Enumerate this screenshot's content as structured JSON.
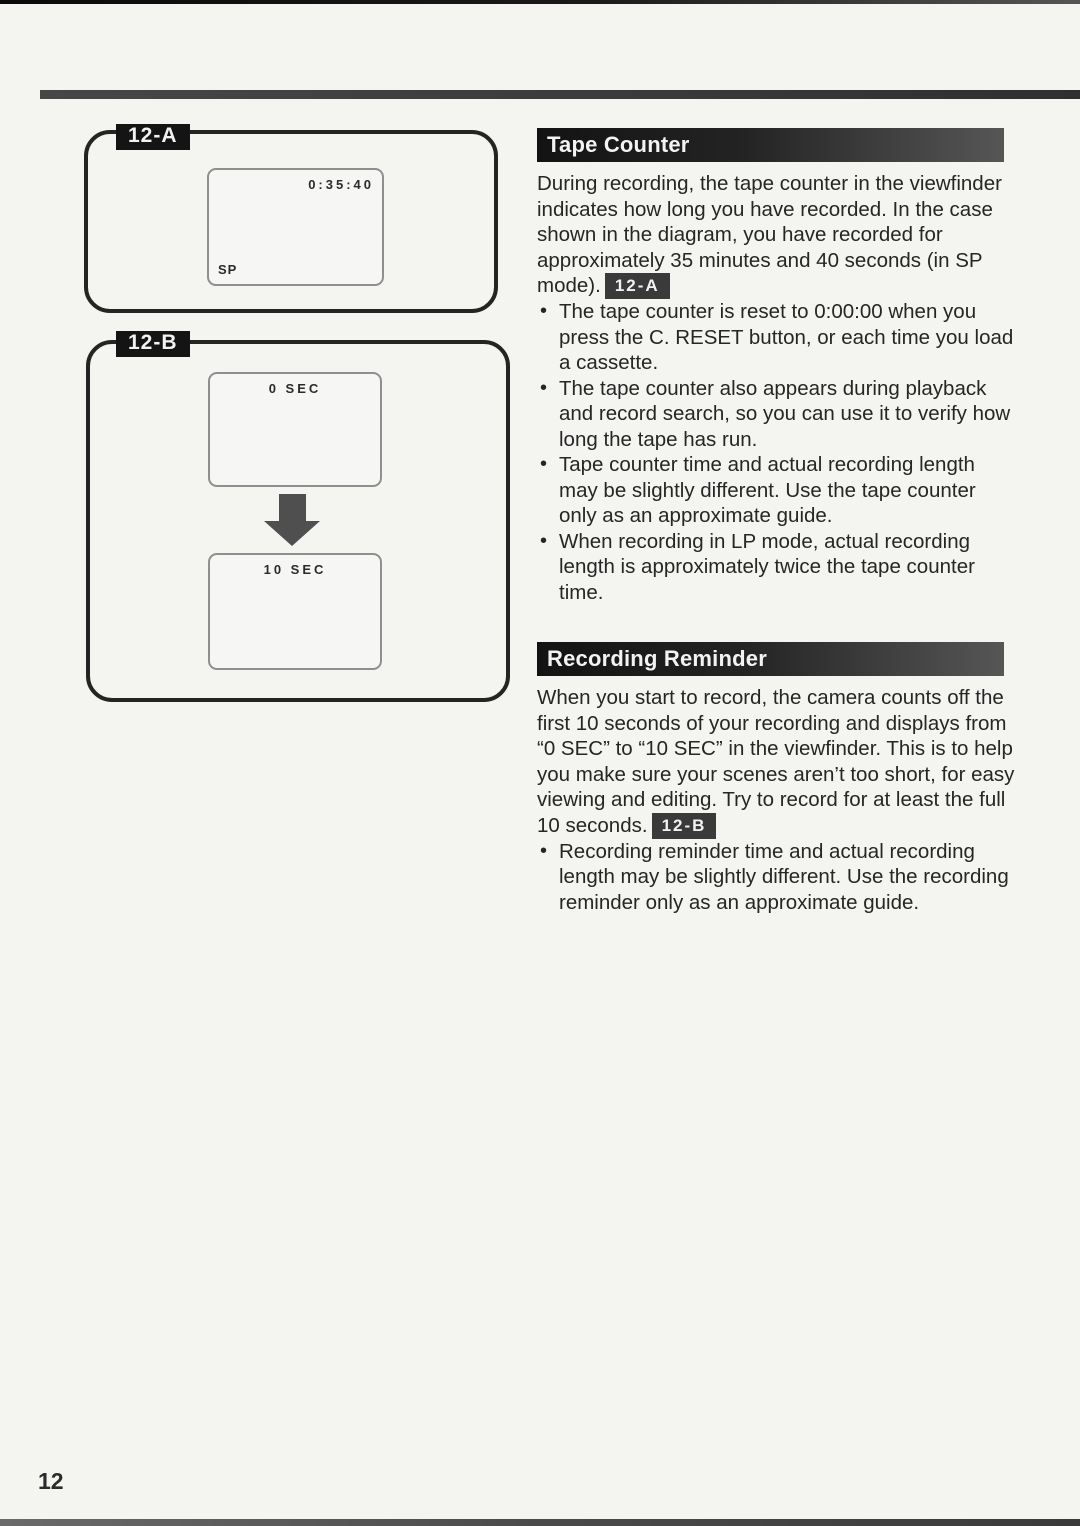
{
  "page": {
    "number": "12"
  },
  "figures": [
    {
      "label": "12-A",
      "screens": [
        {
          "top_right": "0:35:40",
          "bottom_left": "SP"
        }
      ]
    },
    {
      "label": "12-B",
      "screens": [
        {
          "top_center": "0 SEC"
        },
        {
          "top_center": "10 SEC"
        }
      ]
    }
  ],
  "sections": [
    {
      "title": "Tape Counter",
      "intro": "During recording, the tape counter in the viewfinder indicates how long you have recorded. In the case shown in the diagram, you have recorded for approximately 35 minutes and 40 seconds (in SP mode).",
      "intro_badge": "12-A",
      "bullets": [
        "The tape counter is reset to 0:00:00 when you press the C. RESET button, or each time you load a cassette.",
        "The tape counter also appears during playback and record search, so you can use it to verify how long the tape has run.",
        "Tape counter time and actual recording length may be slightly different. Use the tape counter only as an approximate guide.",
        "When recording in LP mode, actual recording length is approximately twice the tape counter time."
      ]
    },
    {
      "title": "Recording Reminder",
      "intro": "When you start to record, the camera counts off the first 10 seconds of your recording and displays from “0 SEC” to “10 SEC” in the viewfinder. This is to help you make sure your scenes aren’t too short, for easy viewing and editing. Try to record for at least the full 10 seconds.",
      "intro_badge": "12-B",
      "bullets": [
        "Recording reminder time and actual recording length may be slightly different. Use the recording reminder only as an approximate guide."
      ]
    }
  ]
}
